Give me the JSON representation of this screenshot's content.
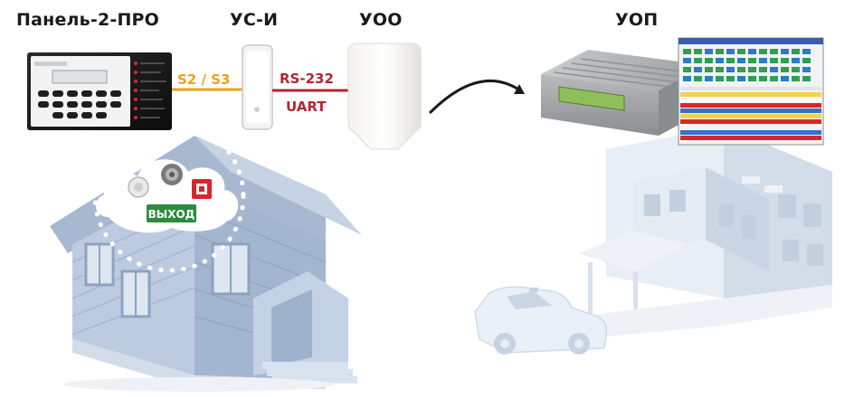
{
  "headers": {
    "panel": "Панель-2-ПРО",
    "usi": "УС-И",
    "uoo": "УОО",
    "uop": "УОП"
  },
  "links": {
    "s2s3": "S2 / S3",
    "rs232": "RS-232",
    "uart": "UART"
  },
  "exit_sign": "ВЫХОД",
  "colors": {
    "s2_link": "#e8a21b",
    "rs_link": "#b3262e",
    "house": "#b9c9de",
    "exit_sign": "#2e8a3e"
  }
}
